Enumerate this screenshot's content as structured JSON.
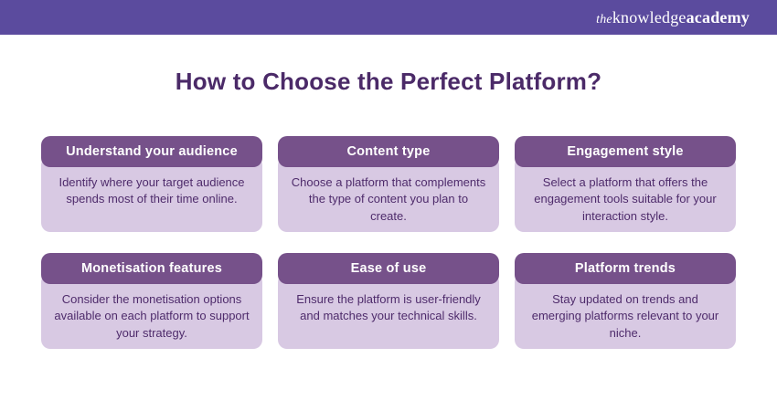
{
  "topbar": {
    "logo": {
      "the": "the",
      "knowledge": "knowledge",
      "academy": "academy"
    }
  },
  "title": "How to Choose the Perfect Platform?",
  "cards": [
    {
      "heading": "Understand your audience",
      "body": "Identify where your target audience spends most of their time online."
    },
    {
      "heading": "Content type",
      "body": "Choose a platform that complements the type of content you plan to create."
    },
    {
      "heading": "Engagement style",
      "body": "Select a platform that offers the engagement tools suitable for your interaction style."
    },
    {
      "heading": "Monetisation features",
      "body": "Consider the monetisation options available on each platform to support your strategy."
    },
    {
      "heading": "Ease of use",
      "body": "Ensure the platform is user-friendly and matches your technical skills."
    },
    {
      "heading": "Platform trends",
      "body": "Stay updated on trends and emerging platforms relevant to your niche."
    }
  ],
  "colors": {
    "topbar_bg": "#5b4b9e",
    "card_header_bg": "#76518a",
    "card_body_bg": "#d8c9e3",
    "title_text": "#4b2a68",
    "body_text": "#4e2b6b",
    "logo_text": "#ffffff"
  }
}
